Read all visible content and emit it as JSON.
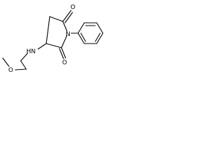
{
  "molecule": {
    "atom_labels": {
      "carbonyl_oxygen_top": "O",
      "carbonyl_oxygen_bottom": "O",
      "ring_nitrogen": "N",
      "amine_nitrogen": "HN",
      "ether_oxygen": "O"
    },
    "colors": {
      "bond": "#000000",
      "label": "#000000",
      "background": "#ffffff"
    }
  }
}
